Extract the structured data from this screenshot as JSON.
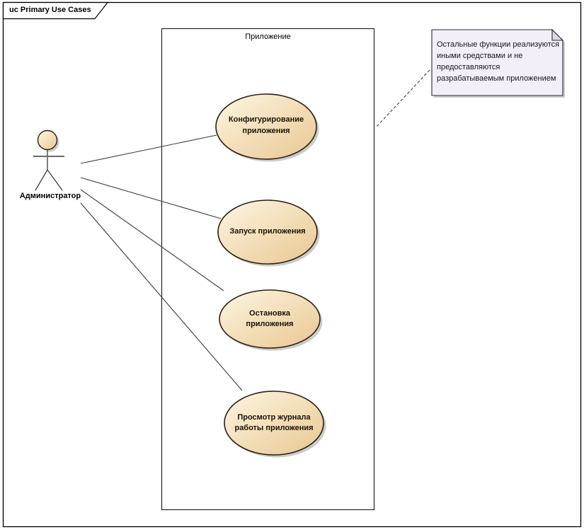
{
  "diagram": {
    "frame_label": "uc Primary Use Cases",
    "boundary_label": "Приложение",
    "actor": {
      "label": "Администратор"
    },
    "use_cases": [
      {
        "label": "Конфигурирование приложения"
      },
      {
        "label": "Запуск приложения"
      },
      {
        "label": "Остановка приложения"
      },
      {
        "label": "Просмотр журнала работы приложения"
      }
    ],
    "note": {
      "text": "Остальные функции реализуются иными средствами и не предоставляются разрабатываемым приложением",
      "lines": [
        "Остальные функции реализуются",
        "иными средствами и не",
        "предоставляются",
        "разрабатываемым приложением"
      ]
    },
    "colors": {
      "shape_fill_light": "#fdf6e2",
      "shape_fill_dark": "#e9c791",
      "note_fill": "#f3eff8",
      "shadow": "#c2c2c2",
      "line": "#3c3c3c"
    }
  }
}
